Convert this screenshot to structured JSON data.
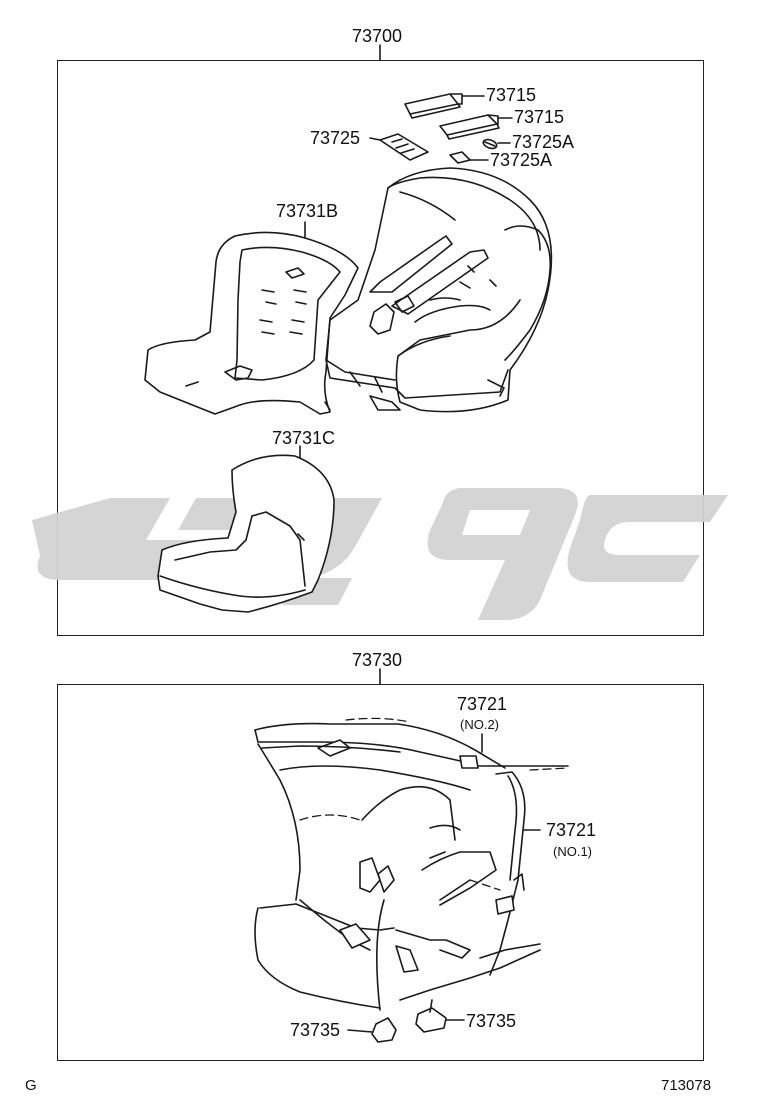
{
  "diagram": {
    "top_assembly": {
      "number": "73700",
      "parts": {
        "p73715a": "73715",
        "p73715b": "73715",
        "p73725": "73725",
        "p73725a1": "73725A",
        "p73725a2": "73725A",
        "p73731b": "73731B",
        "p73731c": "73731C"
      }
    },
    "bottom_assembly": {
      "number": "73730",
      "parts": {
        "p73721_no2": "73721",
        "p73721_no2_note": "(NO.2)",
        "p73721_no1": "73721",
        "p73721_no1_note": "(NO.1)",
        "p73735_left": "73735",
        "p73735_right": "73735"
      }
    },
    "footer": {
      "left_code": "G",
      "right_code": "713078"
    },
    "watermark_color": "#d3d3d3"
  }
}
